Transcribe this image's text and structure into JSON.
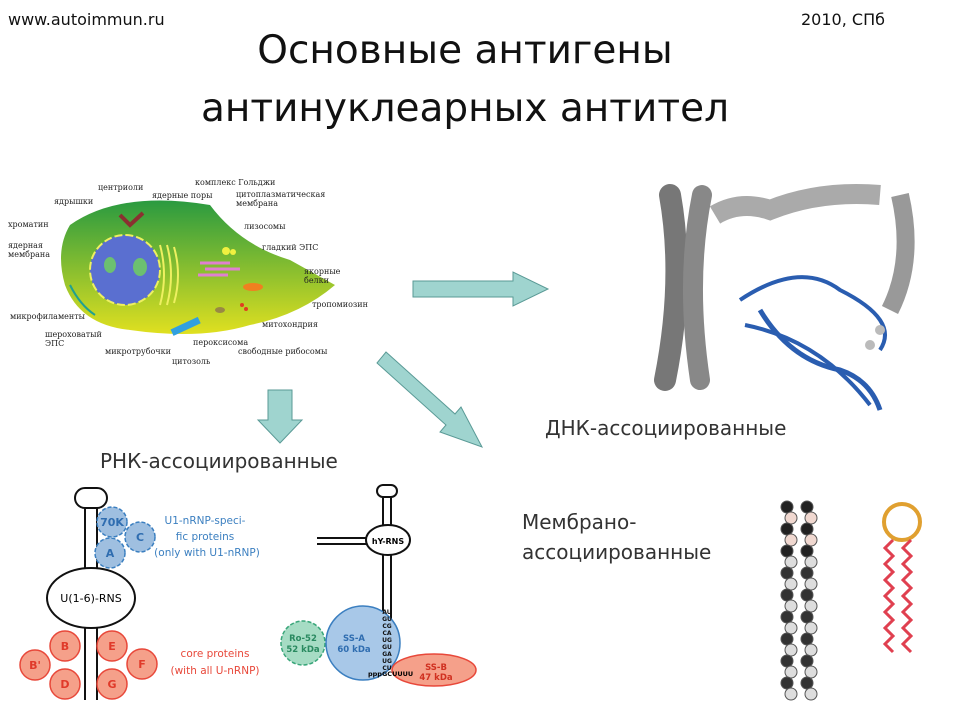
{
  "header": {
    "site": "www.autoimmun.ru",
    "date_place": "2010, СПб"
  },
  "title": {
    "line1": "Основные антигены",
    "line2": "антинуклеарных антител"
  },
  "captions": {
    "dna": "ДНК-ассоциированные",
    "rna": "РНК-ассоциированные",
    "membrane_line1": "Мембрано-",
    "membrane_line2": "ассоциированные"
  },
  "cell_labels": [
    "центриоли",
    "ядрышки",
    "ядерные поры",
    "комплекс Гольджи",
    "цитоплазматическая мембрана",
    "хроматин",
    "ядерная мембрана",
    "лизосомы",
    "гладкий ЭПС",
    "якорные белки",
    "тропомиозин",
    "микрофиламенты",
    "митохондрия",
    "шероховатый ЭПС",
    "пероксисома",
    "микротрубочки",
    "свободные рибосомы",
    "цитозоль"
  ],
  "rna_diagram": {
    "u_rns": "U(1-6)-RNS",
    "specific": [
      "70K",
      "C",
      "A"
    ],
    "specific_label": [
      "U1-nRNP-speci-",
      "fic proteins",
      "(only with U1-nRNP)"
    ],
    "core": [
      "B",
      "B'",
      "D",
      "E",
      "F",
      "G"
    ],
    "core_label": [
      "core proteins",
      "(with all U-nRNP)"
    ],
    "hy_rns": "hY-RNS",
    "ro52": [
      "Ro-52",
      "52 kDa"
    ],
    "ssa": [
      "SS-A",
      "60 kDa"
    ],
    "ssb": [
      "SS-B",
      "47 kDa"
    ],
    "seq": [
      "AU",
      "GU",
      "CG",
      "CA",
      "UG",
      "GU",
      "GA",
      "UG",
      "CU"
    ],
    "tail": "pppGCUUUU"
  },
  "colors": {
    "arrow": "#8fcfc9",
    "blue": "#3b7fc0",
    "red": "#e8483a",
    "green": "#3aa67a"
  }
}
